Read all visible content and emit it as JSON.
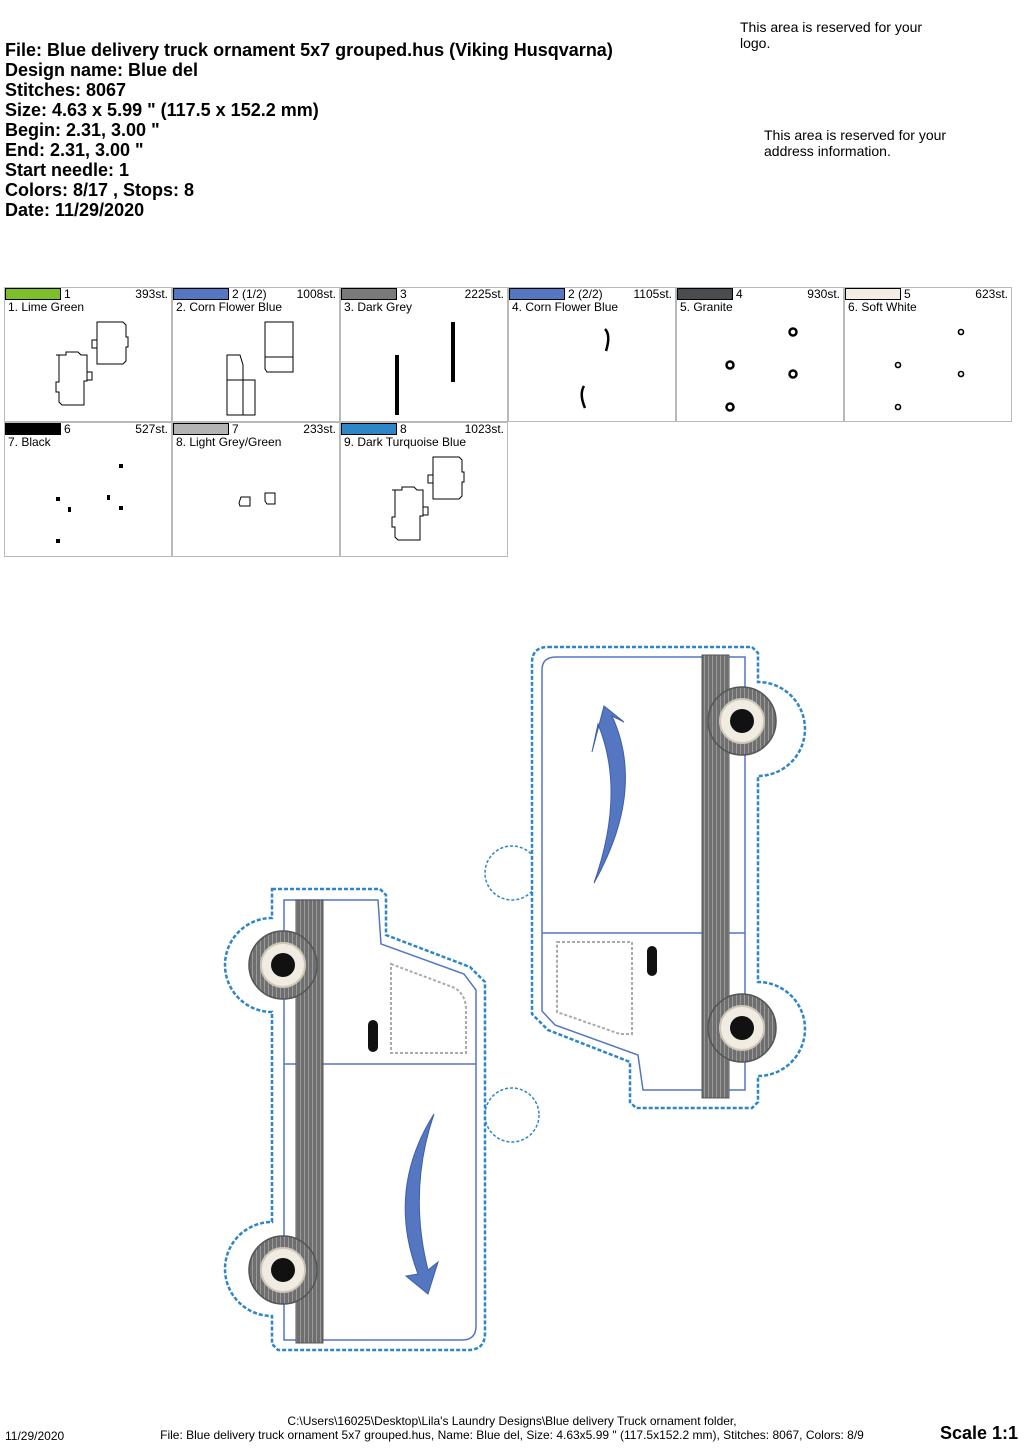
{
  "header": {
    "file_line": "File: Blue delivery truck ornament 5x7 grouped.hus  (Viking Husqvarna)",
    "design_name": "Design name: Blue del",
    "stitches": "Stitches: 8067",
    "size": "Size: 4.63 x 5.99 \" (117.5 x 152.2 mm)",
    "begin": "Begin: 2.31, 3.00 \"",
    "end": "End: 2.31, 3.00 \"",
    "start_needle": "Start needle: 1",
    "colors_stops": "Colors: 8/17 , Stops: 8",
    "date": "Date: 11/29/2020"
  },
  "notes": {
    "logo": "This area is reserved for your logo.",
    "address": "This area is reserved for your address information."
  },
  "color_stops": [
    {
      "num": "1",
      "stitches": "393st.",
      "name": "1. Lime Green",
      "color": "#7dbf2a",
      "icon": "trucks-outline-icon"
    },
    {
      "num": "2 (1/2)",
      "stitches": "1008st.",
      "name": "2. Corn Flower Blue",
      "color": "#5577c2",
      "icon": "truck-doors-icon"
    },
    {
      "num": "3",
      "stitches": "2225st.",
      "name": "3. Dark Grey",
      "color": "#7a7a7a",
      "icon": "bumper-bars-icon"
    },
    {
      "num": "2 (2/2)",
      "stitches": "1105st.",
      "name": "4. Corn Flower Blue",
      "color": "#5577c2",
      "icon": "arrow-curves-icon"
    },
    {
      "num": "4",
      "stitches": "930st.",
      "name": "5. Granite",
      "color": "#4a4d4f",
      "icon": "wheel-rings-icon"
    },
    {
      "num": "5",
      "stitches": "623st.",
      "name": "6. Soft White",
      "color": "#f3ede4",
      "icon": "wheel-dots-icon"
    },
    {
      "num": "6",
      "stitches": "527st.",
      "name": "7. Black",
      "color": "#000000",
      "icon": "black-dots-icon"
    },
    {
      "num": "7",
      "stitches": "233st.",
      "name": "8. Light Grey/Green",
      "color": "#b4b4b4",
      "icon": "windows-icon"
    },
    {
      "num": "8",
      "stitches": "1023st.",
      "name": "9. Dark Turquoise Blue",
      "color": "#2f86c6",
      "icon": "trucks-outline-icon"
    }
  ],
  "footer": {
    "path_line": "C:\\Users\\16025\\Desktop\\Lila's Laundry Designs\\Blue delivery Truck ornament folder,",
    "info_line": "File: Blue delivery truck ornament 5x7 grouped.hus, Name: Blue del, Size: 4.63x5.99 \" (117.5x152.2 mm), Stitches: 8067, Colors: 8/9",
    "date": "11/29/2020",
    "scale": "Scale 1:1"
  }
}
